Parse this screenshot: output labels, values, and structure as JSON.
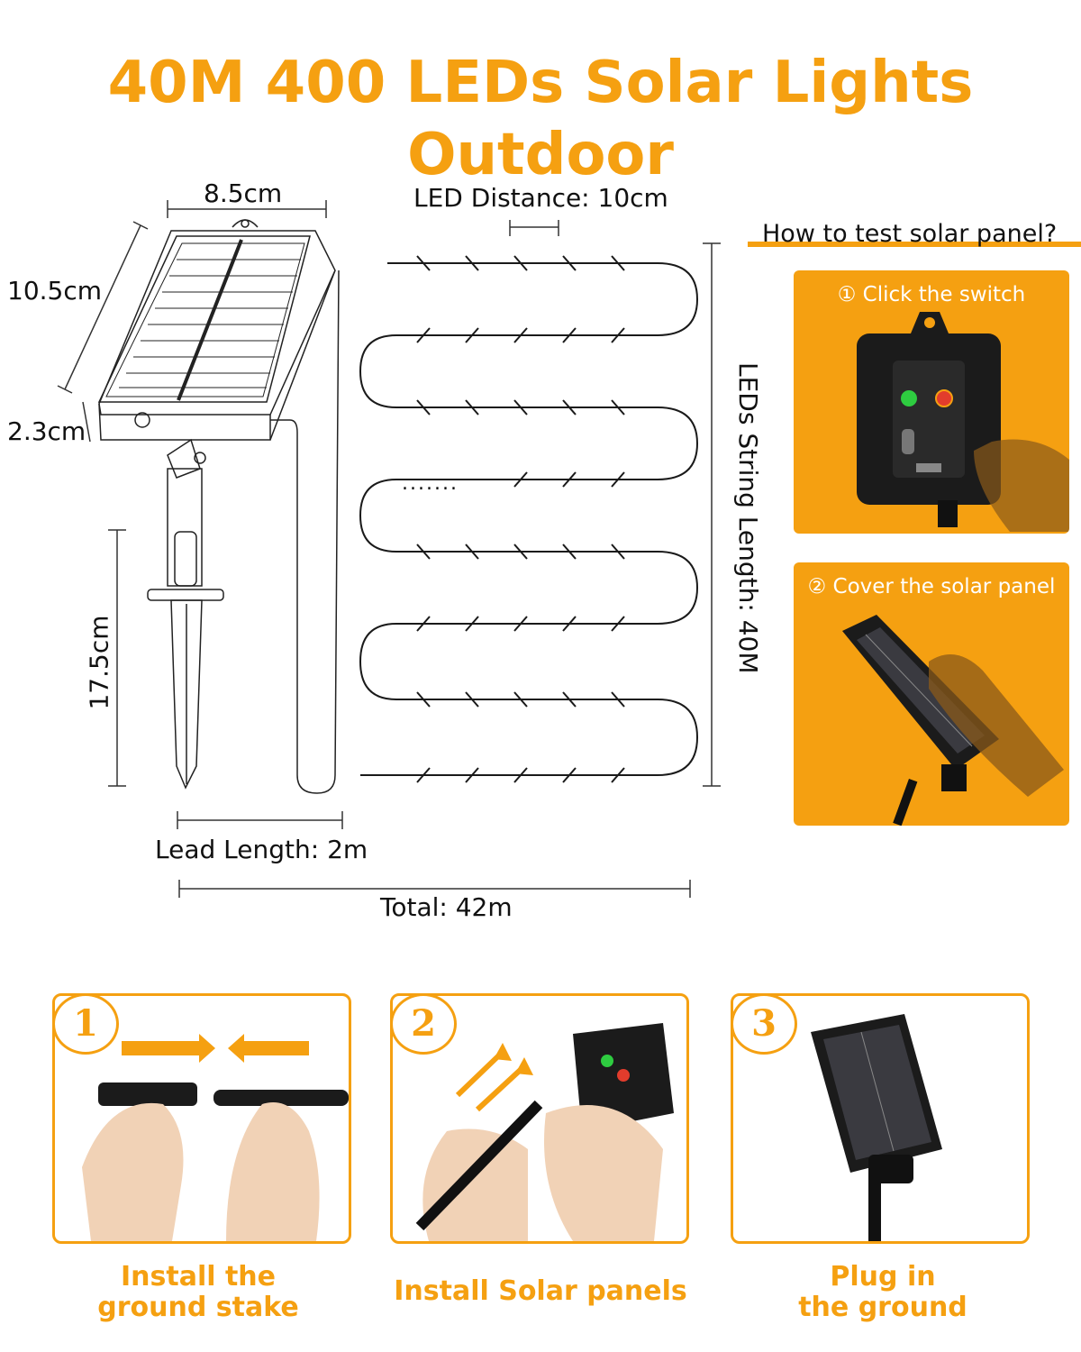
{
  "title": "40M 400 LEDs Solar Lights Outdoor",
  "dimensions": {
    "panel_width": "8.5cm",
    "panel_height": "10.5cm",
    "panel_depth": "2.3cm",
    "stake_length": "17.5cm",
    "lead_length": "Lead Length: 2m",
    "led_distance": "LED Distance: 10cm",
    "string_length": "LEDs String Length: 40M",
    "total": "Total: 42m",
    "ellipsis": "......."
  },
  "test_panel": {
    "heading": "How to test solar panel?",
    "step1": "① Click the switch",
    "step2": "② Cover the solar panel"
  },
  "steps": [
    {
      "number": "1",
      "caption_line1": "Install the",
      "caption_line2": "ground stake"
    },
    {
      "number": "2",
      "caption_line1": "Install Solar panels"
    },
    {
      "number": "3",
      "caption_line1": "Plug in",
      "caption_line2": "the ground"
    }
  ],
  "colors": {
    "accent": "#f5a011",
    "dark": "#1b1b1b",
    "skin": "#f1d2b6"
  }
}
